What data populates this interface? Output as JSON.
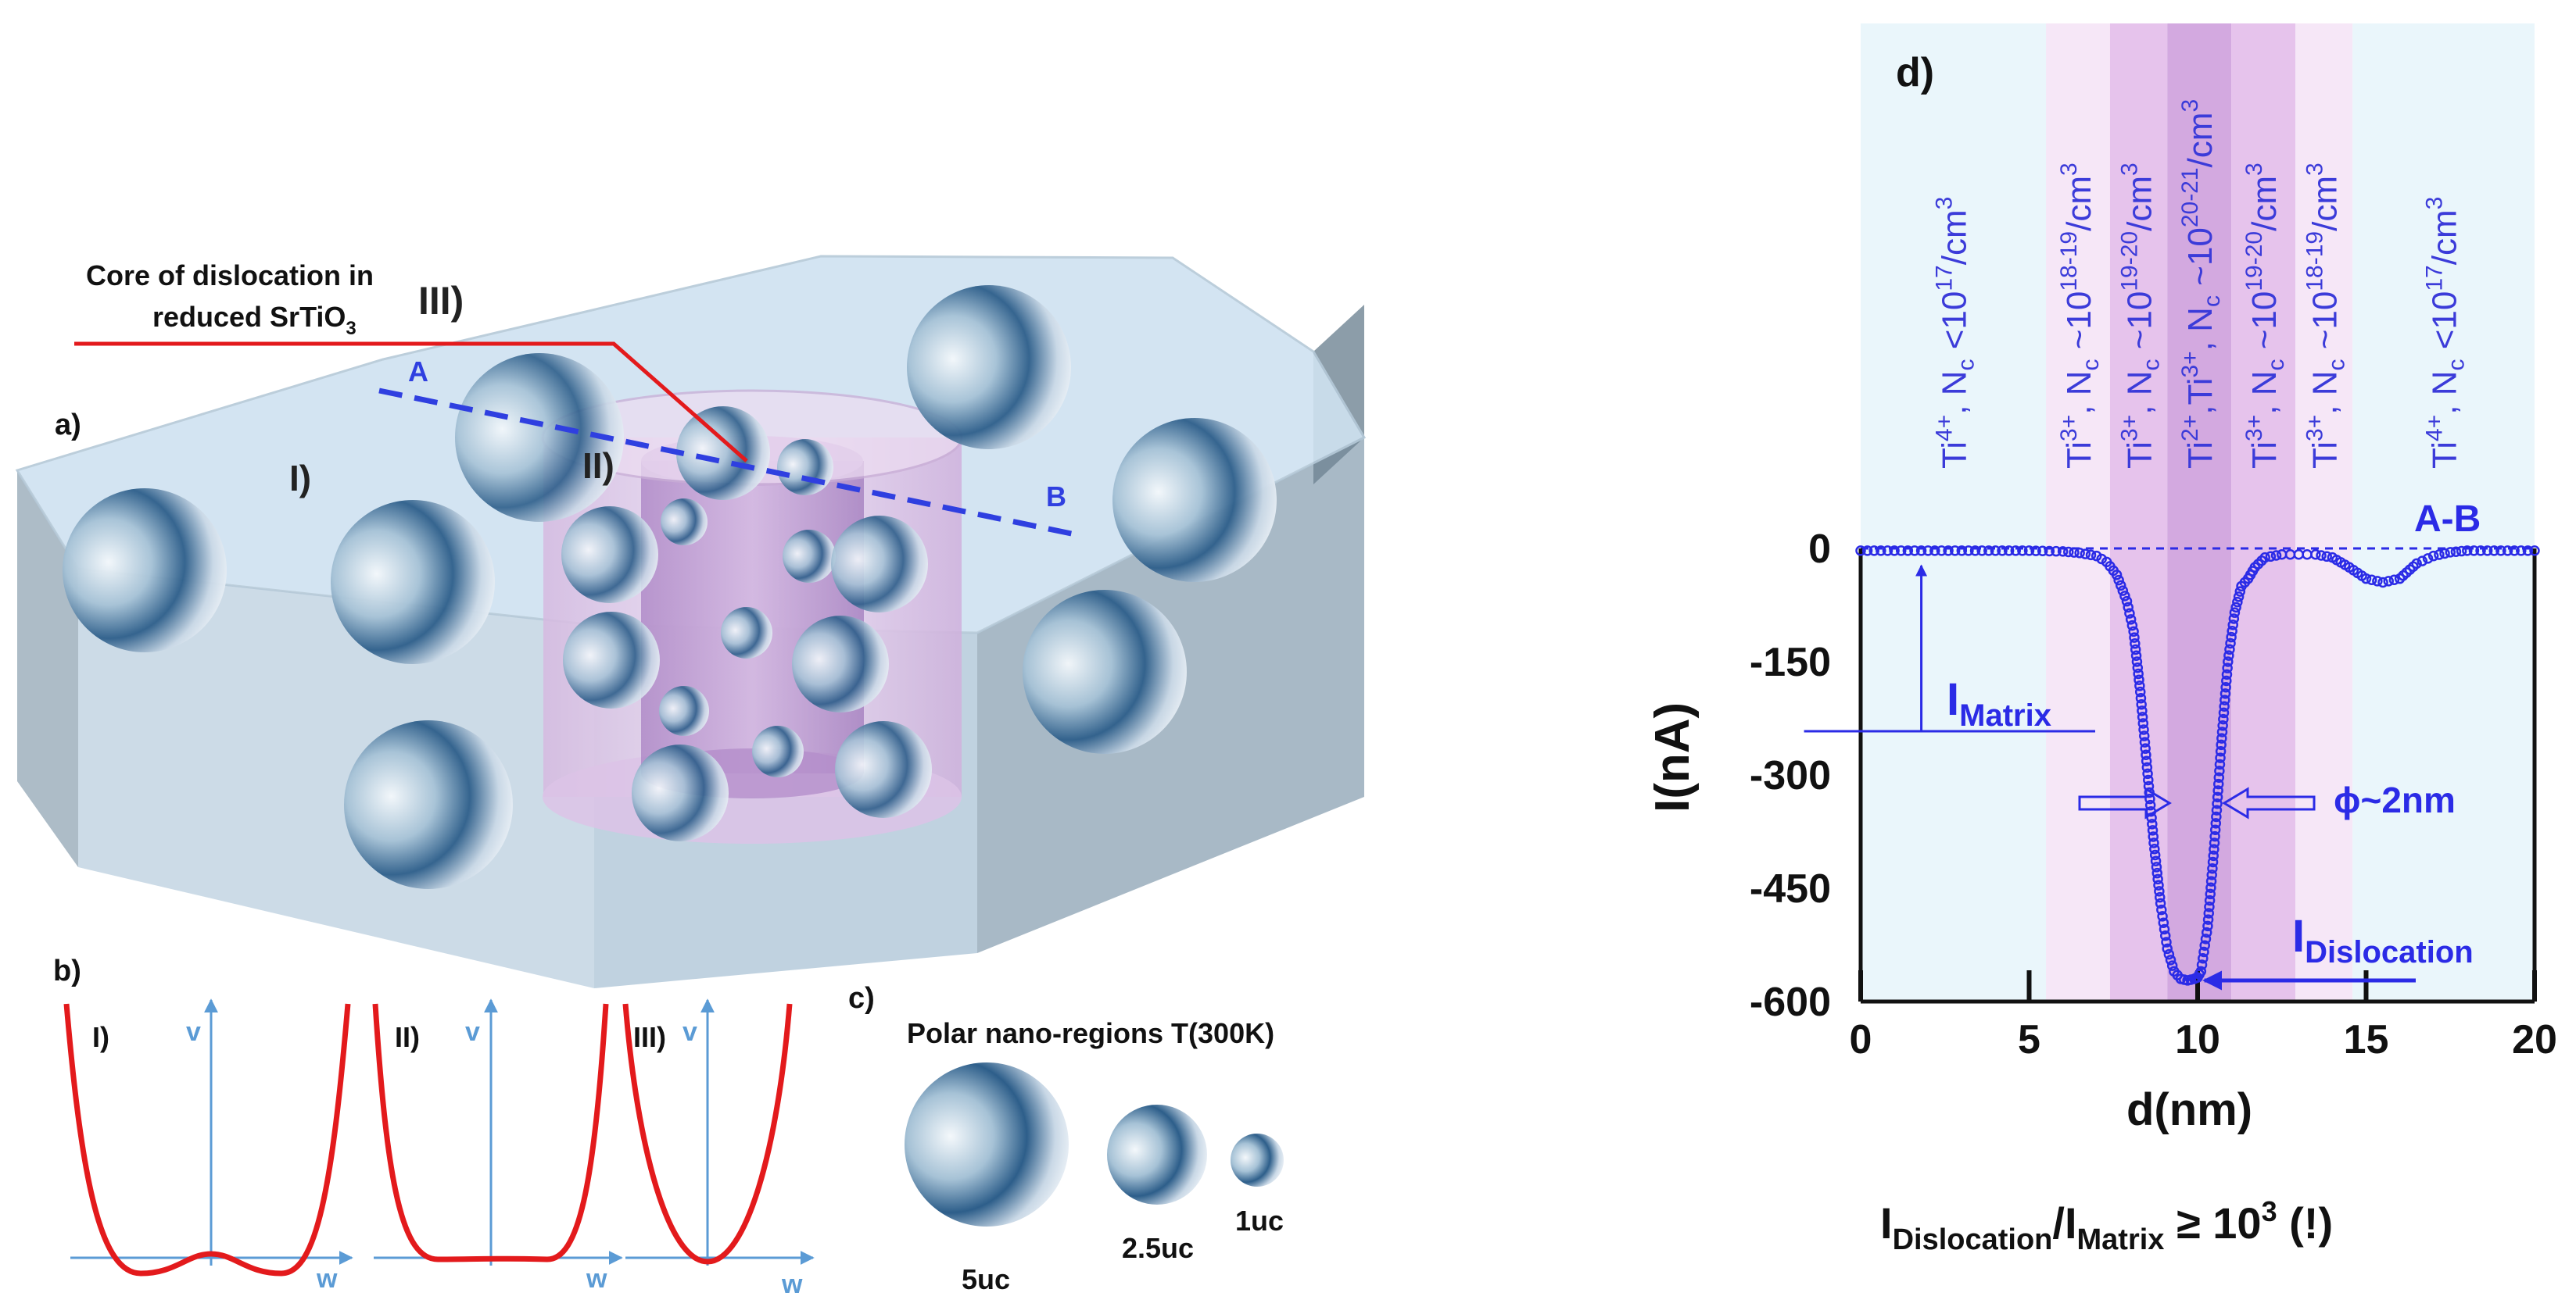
{
  "panel_a": {
    "label": "a)",
    "region_I": "I)",
    "region_II": "II)",
    "region_III": "III)",
    "core_label_line1": "Core of dislocation in",
    "core_label_line2": "reduced SrTiO",
    "core_label_sub": "3",
    "point_A": "A",
    "point_B": "B",
    "colors": {
      "matrix": "#cfe2f1",
      "dislocation": "#e7cdef",
      "cutline": "#2f3fe0",
      "pointer": "#e31a1c"
    }
  },
  "panel_b": {
    "label": "b)",
    "axis_v": "v",
    "axis_w": "w",
    "curves": [
      {
        "label": "I)",
        "well_depth": 0.35,
        "shape": "double-well"
      },
      {
        "label": "II)",
        "well_depth": 0.05,
        "shape": "flat-bottom"
      },
      {
        "label": "III)",
        "well_depth": 0.0,
        "shape": "single-well"
      }
    ],
    "curve_color": "#e31a1c",
    "axis_color": "#5b9bd5"
  },
  "panel_c": {
    "label": "c)",
    "title": "Polar nano-regions T(300K)",
    "sizes": [
      {
        "label": "5uc",
        "relative_size": 1.0
      },
      {
        "label": "2.5uc",
        "relative_size": 0.6
      },
      {
        "label": "1uc",
        "relative_size": 0.32
      }
    ]
  },
  "panel_d": {
    "label": "d)",
    "curve_label": "A-B",
    "phi_label": "ϕ~2nm",
    "i_matrix": "I",
    "i_matrix_sub": "Matrix",
    "i_dislocation": "I",
    "i_dislocation_sub": "Dislocation",
    "ratio": {
      "i1": "I",
      "i1_sub": "Dislocation",
      "slash": "/",
      "i2": "I",
      "i2_sub": "Matrix",
      "rel": " ≥ 10",
      "exp": "3",
      "tail": " (!)"
    },
    "bands": [
      {
        "ion": "Ti",
        "charge": "4+",
        "nc": ", N",
        "nc_sub": "c",
        "rel": " <10",
        "exp": "17",
        "unit": "/cm",
        "unit_exp": "3",
        "x_from": 0,
        "x_to": 5.5,
        "color": "#eaf6fb"
      },
      {
        "ion": "Ti",
        "charge": "3+",
        "nc": ", N",
        "nc_sub": "c",
        "rel": " ~10",
        "exp": "18-19",
        "unit": "/cm",
        "unit_exp": "3",
        "x_from": 5.5,
        "x_to": 7.4,
        "color": "#f6e7f7"
      },
      {
        "ion": "Ti",
        "charge": "3+",
        "nc": ", N",
        "nc_sub": "c",
        "rel": " ~10",
        "exp": "19-20",
        "unit": "/cm",
        "unit_exp": "3",
        "x_from": 7.4,
        "x_to": 9.1,
        "color": "#e6c3ec"
      },
      {
        "ion": "Ti",
        "charge": "2+",
        "ion2": ",Ti",
        "charge2": "3+",
        "nc": ", N",
        "nc_sub": "c",
        "rel": " ~10",
        "exp": "20-21",
        "unit": "/cm",
        "unit_exp": "3",
        "x_from": 9.1,
        "x_to": 11.0,
        "color": "#d3a9e0"
      },
      {
        "ion": "Ti",
        "charge": "3+",
        "nc": ", N",
        "nc_sub": "c",
        "rel": " ~10",
        "exp": "19-20",
        "unit": "/cm",
        "unit_exp": "3",
        "x_from": 11.0,
        "x_to": 12.9,
        "color": "#e6c3ec"
      },
      {
        "ion": "Ti",
        "charge": "3+",
        "nc": ", N",
        "nc_sub": "c",
        "rel": " ~10",
        "exp": "18-19",
        "unit": "/cm",
        "unit_exp": "3",
        "x_from": 12.9,
        "x_to": 14.6,
        "color": "#f6e7f7"
      },
      {
        "ion": "Ti",
        "charge": "4+",
        "nc": ", N",
        "nc_sub": "c",
        "rel": " <10",
        "exp": "17",
        "unit": "/cm",
        "unit_exp": "3",
        "x_from": 14.6,
        "x_to": 20,
        "color": "#eaf6fb"
      }
    ]
  },
  "chart_data": {
    "type": "scatter",
    "title": "",
    "xlabel": "d(nm)",
    "ylabel": "I(nA)",
    "xlim": [
      0,
      20
    ],
    "ylim": [
      -600,
      0
    ],
    "xticks": [
      0,
      5,
      10,
      15,
      20
    ],
    "yticks": [
      0,
      -150,
      -300,
      -450,
      -600
    ],
    "legend": "A-B",
    "series": [
      {
        "name": "A-B",
        "color": "#2b2be6",
        "x": [
          0,
          1,
          2,
          3,
          4,
          5,
          6,
          6.5,
          7,
          7.3,
          7.6,
          7.9,
          8.1,
          8.3,
          8.5,
          8.7,
          8.9,
          9.1,
          9.3,
          9.5,
          9.7,
          9.9,
          10.0,
          10.1,
          10.3,
          10.5,
          10.7,
          10.9,
          11.1,
          11.3,
          11.5,
          11.7,
          12.0,
          12.5,
          13.0,
          13.5,
          14.0,
          14.5,
          15.0,
          15.5,
          16.0,
          16.5,
          17.0,
          17.5,
          18.0,
          19.0,
          20.0
        ],
        "y": [
          -3,
          -3,
          -3,
          -3,
          -3,
          -3,
          -4,
          -6,
          -10,
          -18,
          -35,
          -70,
          -110,
          -190,
          -290,
          -390,
          -470,
          -530,
          -560,
          -570,
          -572,
          -570,
          -568,
          -560,
          -500,
          -390,
          -260,
          -150,
          -85,
          -50,
          -40,
          -25,
          -12,
          -8,
          -8,
          -8,
          -12,
          -25,
          -40,
          -45,
          -40,
          -20,
          -10,
          -5,
          -3,
          -3,
          -3
        ]
      }
    ],
    "reference_line": 0,
    "annotation_markers": [
      1.8,
      7.9,
      12.0
    ]
  }
}
